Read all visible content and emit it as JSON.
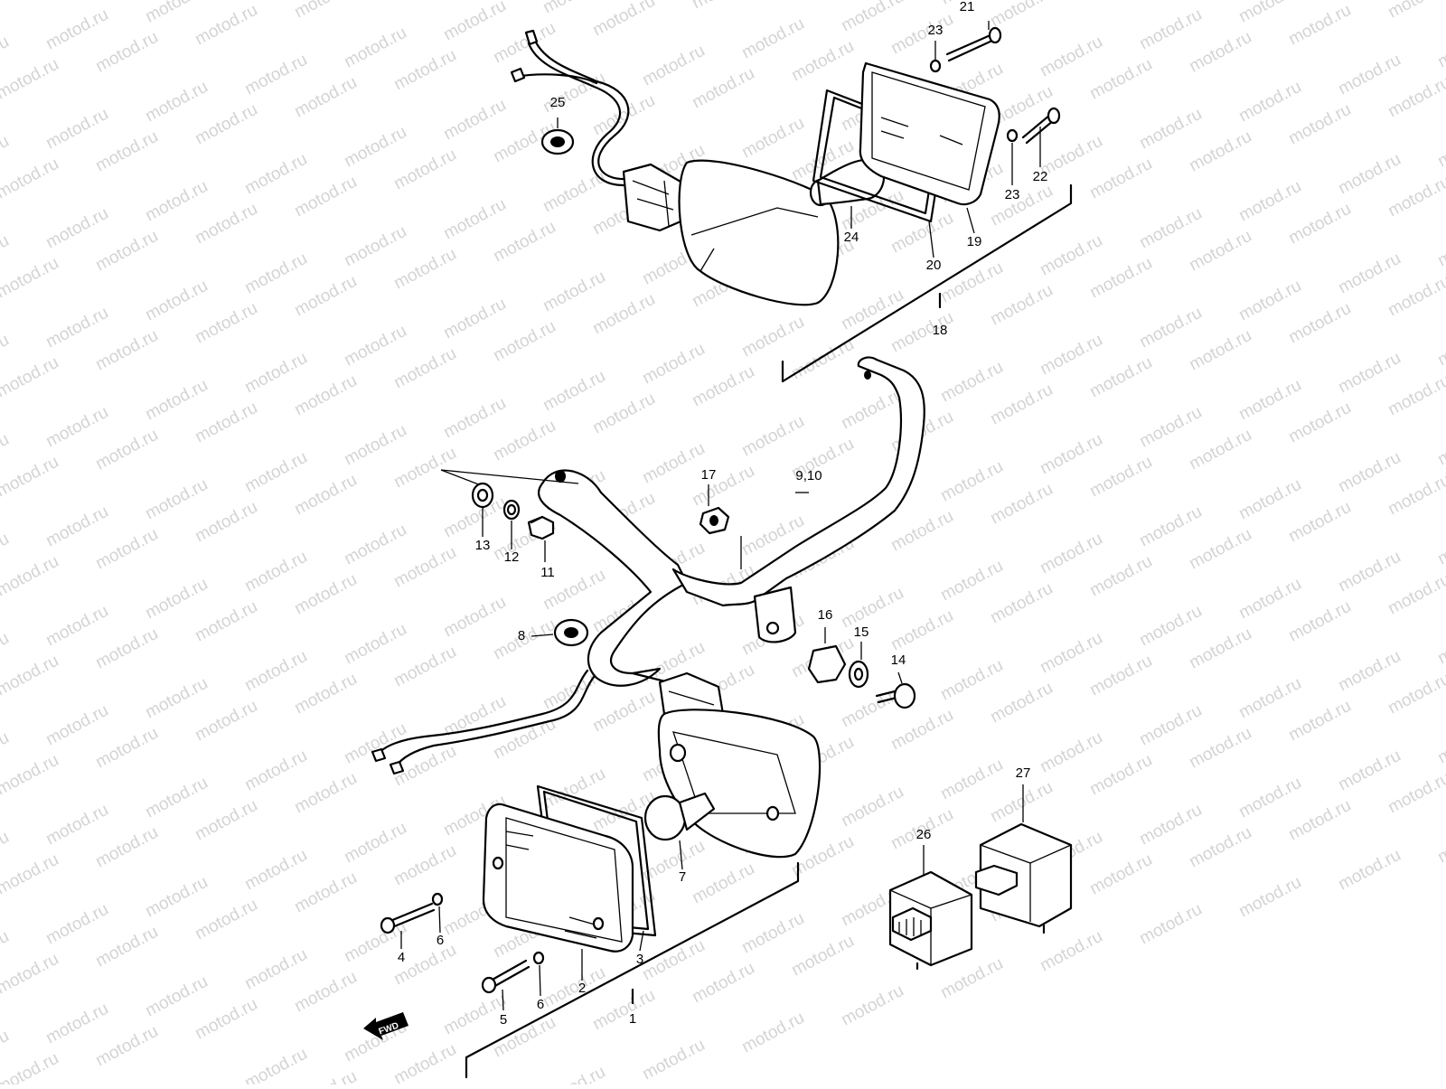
{
  "watermark": {
    "text": "motod.ru"
  },
  "forward_marker": {
    "text": "FWD"
  },
  "labels": {
    "p1": "1",
    "p2": "2",
    "p3": "3",
    "p4": "4",
    "p5": "5",
    "p6a": "6",
    "p6b": "6",
    "p7": "7",
    "p8": "8",
    "p9_10": "9,10",
    "p11": "11",
    "p12": "12",
    "p13": "13",
    "p14": "14",
    "p15": "15",
    "p16": "16",
    "p17": "17",
    "p18": "18",
    "p19": "19",
    "p20": "20",
    "p21": "21",
    "p22": "22",
    "p23a": "23",
    "p23b": "23",
    "p24": "24",
    "p25": "25",
    "p26": "26",
    "p27": "27"
  }
}
